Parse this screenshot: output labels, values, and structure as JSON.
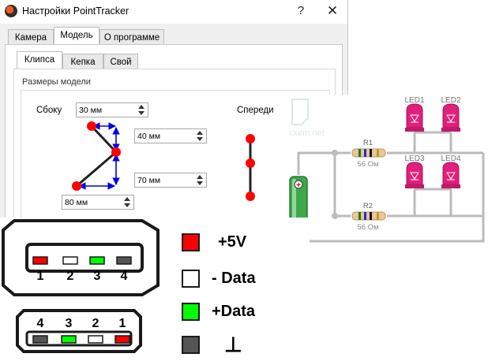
{
  "window": {
    "title": "Настройки PointTracker",
    "help": "?",
    "close": "✕"
  },
  "tabs": [
    "Камера",
    "Модель",
    "О программе"
  ],
  "subtabs": [
    "Клипса",
    "Кепка",
    "Свой"
  ],
  "model_sizes": {
    "group_label": "Размеры модели",
    "side_label": "Сбоку",
    "front_label": "Спереди",
    "fields": [
      {
        "value": "30 мм"
      },
      {
        "value": "40 мм"
      },
      {
        "value": "70 мм"
      },
      {
        "value": "80 мм"
      }
    ]
  },
  "schematic": {
    "watermark": "cxem.net",
    "leds": [
      "LED1",
      "LED2",
      "LED3",
      "LED4"
    ],
    "resistors": [
      {
        "name": "R1",
        "value": "56 Ом"
      },
      {
        "name": "R2",
        "value": "56 Ом"
      }
    ],
    "battery": {
      "plus": "+",
      "minus": "−"
    }
  },
  "usb": {
    "top_pins": [
      "1",
      "2",
      "3",
      "4"
    ],
    "bottom_pins": [
      "4",
      "3",
      "2",
      "1"
    ],
    "legend": [
      {
        "label": "+5V",
        "color": "#ff0000"
      },
      {
        "label": "- Data",
        "color": "#ffffff"
      },
      {
        "label": "+Data",
        "color": "#00ff00"
      },
      {
        "label": "⊥",
        "color": "#555555"
      }
    ]
  },
  "colors": {
    "diagram_node": "#ff0000",
    "diagram_arrow": "#0000dd",
    "led": "#e0207a",
    "battery": "#3fa84a"
  }
}
